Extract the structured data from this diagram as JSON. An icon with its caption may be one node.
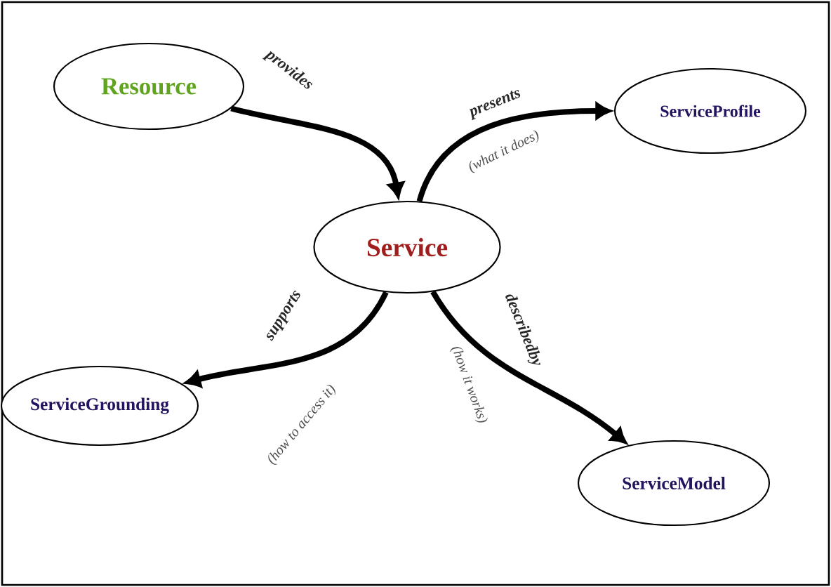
{
  "diagram": {
    "nodes": [
      {
        "text": [
          "Resource"
        ]
      },
      {
        "text": [
          "ServiceProfile"
        ]
      },
      {
        "text": [
          "Service"
        ]
      },
      {
        "text": [
          "ServiceGrounding"
        ]
      },
      {
        "text": [
          "ServiceModel"
        ]
      }
    ],
    "edges": [
      {
        "from": 0,
        "to": 2,
        "arrow": "to",
        "label": "provides"
      },
      {
        "from": 2,
        "to": 1,
        "arrow": "to",
        "label": "presents"
      },
      {
        "from": 2,
        "to": 3,
        "arrow": "to",
        "label": "supports"
      },
      {
        "from": 2,
        "to": 4,
        "arrow": "to",
        "label": "describedby"
      }
    ],
    "labels": [
      "(what it does)",
      "(how to access it)",
      "(how it works)"
    ]
  }
}
